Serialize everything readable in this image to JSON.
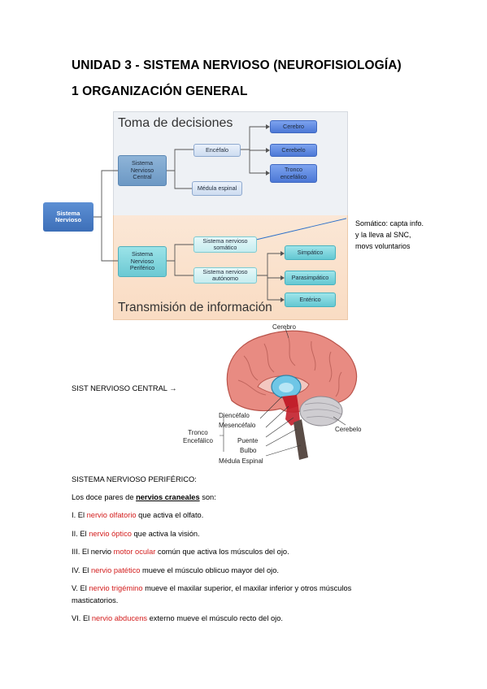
{
  "header": {
    "title": "UNIDAD 3 - SISTEMA NERVIOSO (NEUROFISIOLOGÍA)",
    "section": "1 ORGANIZACIÓN GENERAL"
  },
  "diagram": {
    "top_title": "Toma de decisiones",
    "bottom_title": "Transmisión de información",
    "root": "Sistema\nNervioso",
    "snc": "Sistema\nNervioso\nCentral",
    "snp": "Sistema\nNervioso\nPeriférico",
    "encefalo": "Encéfalo",
    "medula": "Médula espinal",
    "cerebro": "Cerebro",
    "cerebelo": "Cerebelo",
    "tronco": "Tronco\nencefálico",
    "somatico": "Sistema nervioso\nsomático",
    "autonomo": "Sistema nervioso\nautónomo",
    "simpatico": "Simpático",
    "parasimpatico": "Parasimpático",
    "enterico": "Entérico"
  },
  "note": "Somático: capta info. y la lleva al SNC, movs voluntarios",
  "brain": {
    "cerebro": "Cerebro",
    "diencefalo": "Diencéfalo",
    "mesencefalo": "Mesencéfalo",
    "tronco": "Tronco\nEncefálico",
    "puente": "Puente",
    "bulbo": "Bulbo",
    "medula": "Médula Espinal",
    "cerebelo": "Cerebelo"
  },
  "central_label": "SIST NERVIOSO CENTRAL →",
  "peripheral_label": "SISTEMA NERVIOSO PERIFÉRICO:",
  "intro": {
    "pre": "Los doce pares de ",
    "term": "nervios craneales",
    "post": " son:"
  },
  "nerves": [
    {
      "pre": "I. El ",
      "name": "nervio olfatorio",
      "post": " que activa el olfato."
    },
    {
      "pre": "II. El ",
      "name": "nervio óptico",
      "post": " que activa la visión."
    },
    {
      "pre": "III. El nervio ",
      "name": "motor ocular",
      "post": " común que activa los músculos del ojo."
    },
    {
      "pre": "IV. El ",
      "name": "nervio patético",
      "post": " mueve el músculo oblicuo mayor del ojo."
    },
    {
      "pre": "V. El ",
      "name": "nervio trigémino",
      "post": " mueve el maxilar superior, el maxilar inferior y otros músculos",
      "cont": "masticatorios."
    },
    {
      "pre": "VI. El ",
      "name": "nervio abducens",
      "post": " externo mueve el músculo recto del ojo."
    }
  ],
  "colors": {
    "nerve_red": "#d31d1d",
    "top_panel": "#eef1f5",
    "bottom_panel": "#fbe7d6"
  }
}
